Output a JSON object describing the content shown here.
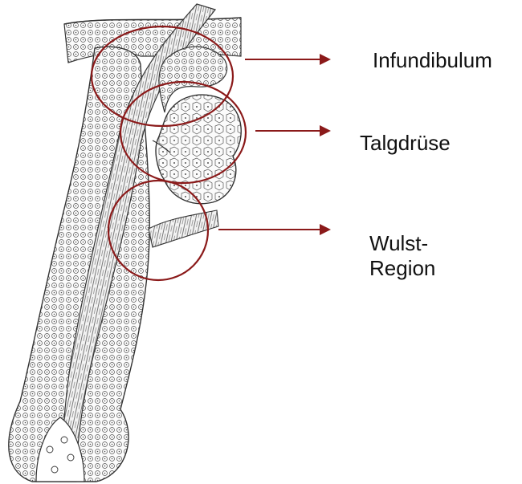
{
  "labels": {
    "infundibulum": "Infundibulum",
    "talgdruse": "Talgdrüse",
    "wulst": "Wulst-\nRegion"
  },
  "colors": {
    "highlight": "#8b1a1a",
    "ink": "#222222",
    "tissue": "#f4f4f4"
  }
}
